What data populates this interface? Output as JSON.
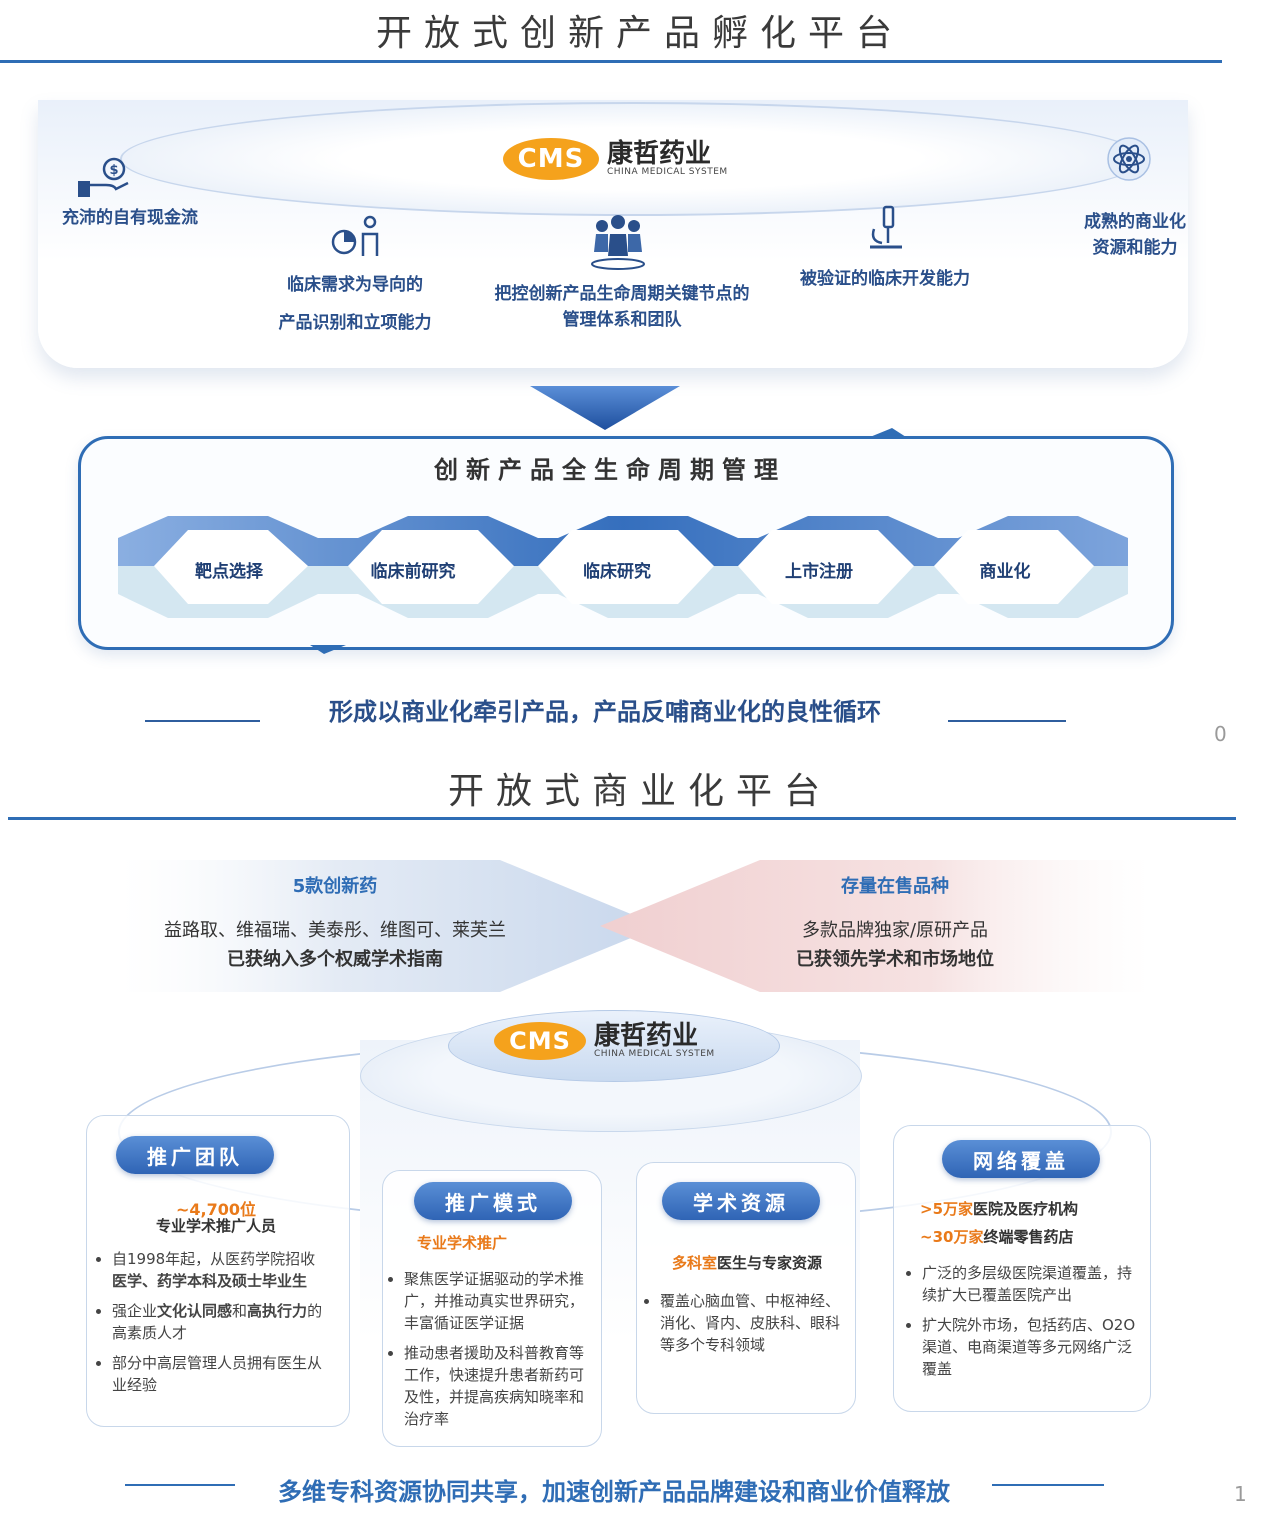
{
  "slide1": {
    "title": "开放式创新产品孵化平台",
    "logo": {
      "mark": "CMS",
      "cn": "康哲药业",
      "en": "CHINA MEDICAL SYSTEM"
    },
    "capabilities": [
      {
        "label": "充沛的自有现金流",
        "icon": "money-hand-icon"
      },
      {
        "label_line1": "临床需求为导向的",
        "label_line2": "产品识别和立项能力",
        "icon": "chart-person-icon"
      },
      {
        "label_line1": "把控创新产品生命周期关键节点的",
        "label_line2": "管理体系和团队",
        "icon": "team-icon"
      },
      {
        "label": "被验证的临床开发能力",
        "icon": "microscope-icon"
      },
      {
        "label_line1": "成熟的商业化",
        "label_line2": "资源和能力",
        "icon": "atom-icon"
      }
    ],
    "lifecycle_title": "创新产品全生命周期管理",
    "stages": [
      "靶点选择",
      "临床前研究",
      "临床研究",
      "上市注册",
      "商业化"
    ],
    "tagline": "形成以商业化牵引产品，产品反哺商业化的良性循环",
    "page_number": "0"
  },
  "slide2": {
    "title": "开放式商业化平台",
    "left_block": {
      "heading": "5款创新药",
      "line1": "益路取、维福瑞、美泰彤、维图可、莱芙兰",
      "line2": "已获纳入多个权威学术指南"
    },
    "right_block": {
      "heading": "存量在售品种",
      "line1": "多款品牌独家/原研产品",
      "line2": "已获领先学术和市场地位"
    },
    "logo": {
      "mark": "CMS",
      "cn": "康哲药业",
      "en": "CHINA MEDICAL SYSTEM"
    },
    "team": {
      "pill": "推广团队",
      "stat": "~4,700位",
      "stat_sub": "专业学术推广人员",
      "b1_a": "自1998年起，从医药学院招收",
      "b1_b": "医学、药学本科及硕士毕业生",
      "b2_a": "强企业",
      "b2_b": "文化认同感",
      "b2_c": "和",
      "b2_d": "高执行力",
      "b2_e": "的高素质人才",
      "b3": "部分中高层管理人员拥有医生从业经验"
    },
    "model": {
      "pill": "推广模式",
      "sub": "专业学术推广",
      "b1": "聚焦医学证据驱动的学术推广，并推动真实世界研究，丰富循证医学证据",
      "b2": "推动患者援助及科普教育等工作，快速提升患者新药可及性，并提高疾病知晓率和治疗率"
    },
    "academic": {
      "pill": "学术资源",
      "sub_a": "多科室",
      "sub_b": "医生与专家资源",
      "b1": "覆盖心脑血管、中枢神经、消化、肾内、皮肤科、眼科等多个专科领域"
    },
    "network": {
      "pill": "网络覆盖",
      "s1_a": ">5万家",
      "s1_b": "医院及医疗机构",
      "s2_a": "~30万家",
      "s2_b": "终端零售药店",
      "b1": "广泛的多层级医院渠道覆盖，持续扩大已覆盖医院产出",
      "b2": "扩大院外市场，包括药店、O2O渠道、电商渠道等多元网络广泛覆盖"
    },
    "tagline": "多维专科资源协同共享，加速创新产品品牌建设和商业价值释放",
    "page_number": "1"
  }
}
